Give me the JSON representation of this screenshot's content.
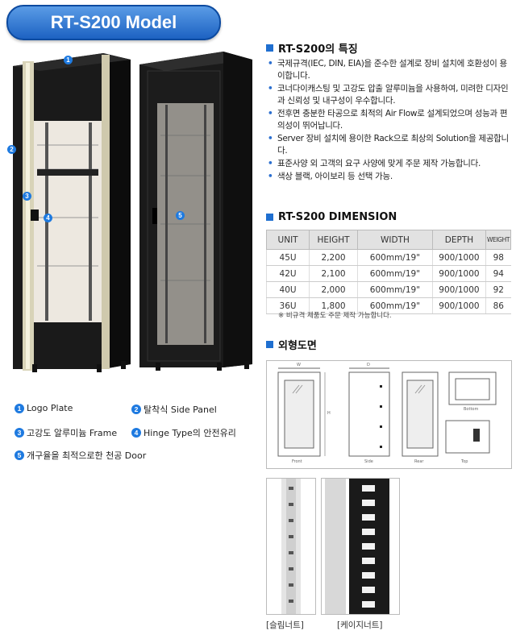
{
  "title": "RT-S200  Model",
  "features": {
    "heading": "RT-S200의 특징",
    "items": [
      "국제규격(IEC, DIN, EIA)을 준수한 설계로 장비 설치에 호환성이 용이합니다.",
      "코너다이캐스팅 및 고강도 압출 알루미늄을 사용하여, 미려한 디자인과 신뢰성 및 내구성이 우수합니다.",
      "전후면 충분한 타공으로 최적의 Air Flow로 설계되었으며 성능과 편의성이 뛰어납니다.",
      "Server 장비 설치에 용이한 Rack으로 최상의 Solution을 제공합니다.",
      "표준사양 외 고객의 요구 사양에 맞게 주문 제작 가능합니다.",
      "색상 블랙, 아이보리 등 선택 가능."
    ]
  },
  "dimension": {
    "heading": "RT-S200 DIMENSION",
    "headers": [
      "UNIT",
      "HEIGHT",
      "WIDTH",
      "DEPTH",
      "WEIGHT"
    ],
    "rows": [
      [
        "45U",
        "2,200",
        "600mm/19\"",
        "900/1000",
        "98"
      ],
      [
        "42U",
        "2,100",
        "600mm/19\"",
        "900/1000",
        "94"
      ],
      [
        "40U",
        "2,000",
        "600mm/19\"",
        "900/1000",
        "92"
      ],
      [
        "36U",
        "1,800",
        "600mm/19\"",
        "900/1000",
        "86"
      ]
    ],
    "note": "※ 비규격 제품도 주문 제작 가능합니다."
  },
  "drawing": {
    "heading": "외형도면",
    "labels": {
      "w": "W",
      "d": "D",
      "h": "H",
      "front": "Front",
      "side": "Side",
      "rear": "Rear",
      "bottom": "Bottom",
      "top": "Top"
    }
  },
  "callouts": [
    "1",
    "2",
    "3",
    "4",
    "5"
  ],
  "legend": [
    {
      "num": "1",
      "text": "Logo Plate"
    },
    {
      "num": "2",
      "text": "탈착식 Side Panel"
    },
    {
      "num": "3",
      "text": "고강도 알루미늄 Frame"
    },
    {
      "num": "4",
      "text": "Hinge Type의 안전유리"
    },
    {
      "num": "5",
      "text": "개구율을 최적으로한 천공 Door"
    }
  ],
  "captions": {
    "slim_nut": "[슬림너트]",
    "cage_nut": "[케이지너트]"
  },
  "colors": {
    "accent": "#1f6fd0",
    "title_bg": "#2a72d4",
    "cabinet": "#111111"
  }
}
